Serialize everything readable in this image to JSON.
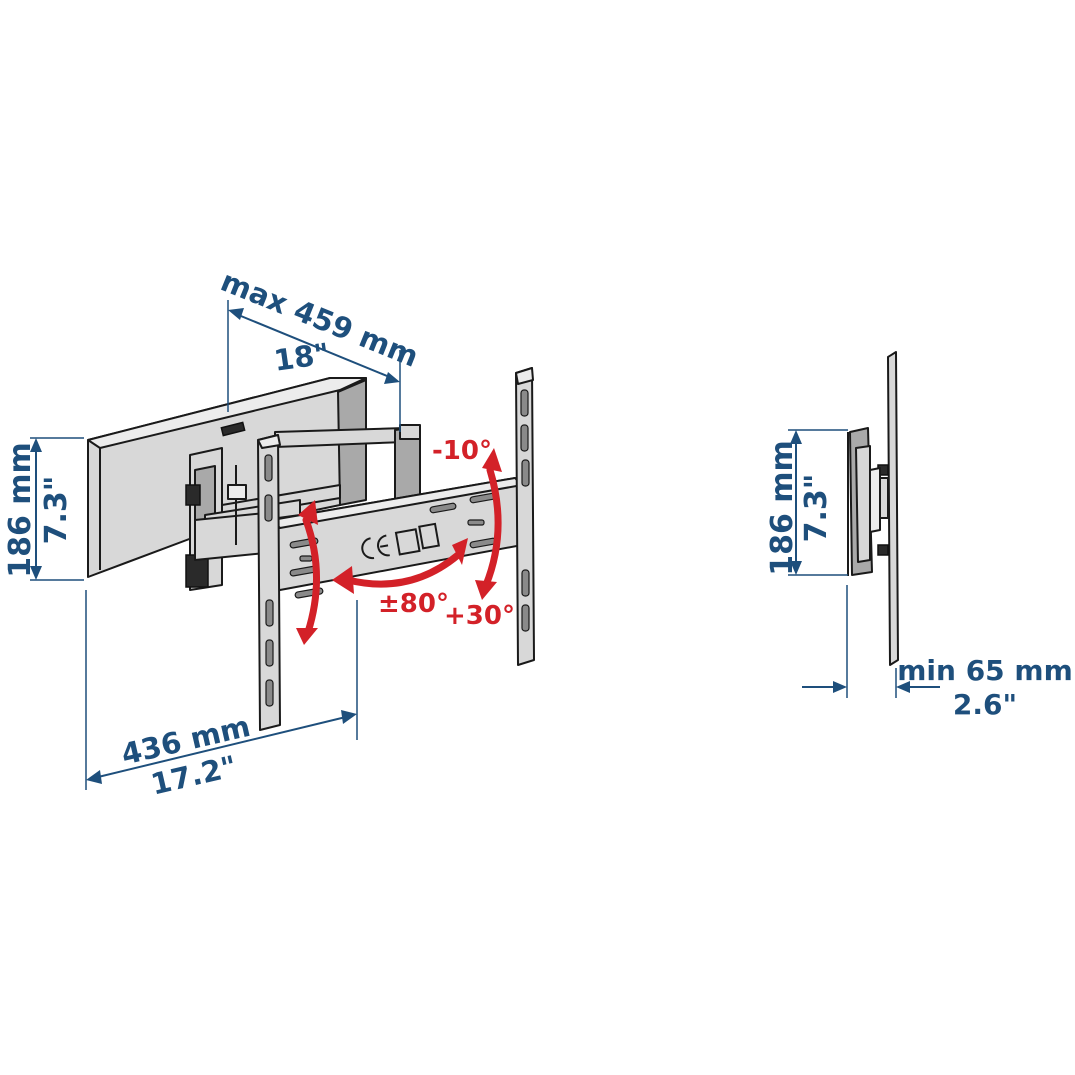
{
  "front_view": {
    "wall_plate_height": {
      "mm": "186 mm",
      "inch": "7.3\""
    },
    "max_extension": {
      "mm": "max 459 mm",
      "inch": "18\""
    },
    "wall_plate_width": {
      "mm": "436 mm",
      "inch": "17.2\""
    },
    "tilt_up": "-10°",
    "tilt_down": "+30°",
    "swivel": "±80°"
  },
  "side_view": {
    "wall_plate_height": {
      "mm": "186 mm",
      "inch": "7.3\""
    },
    "min_depth": {
      "mm": "min 65 mm",
      "inch": "2.6\""
    }
  },
  "colors": {
    "dimension": "#1e4f7c",
    "motion": "#d32128",
    "metal": "#d8d8d8",
    "background": "#ffffff"
  }
}
